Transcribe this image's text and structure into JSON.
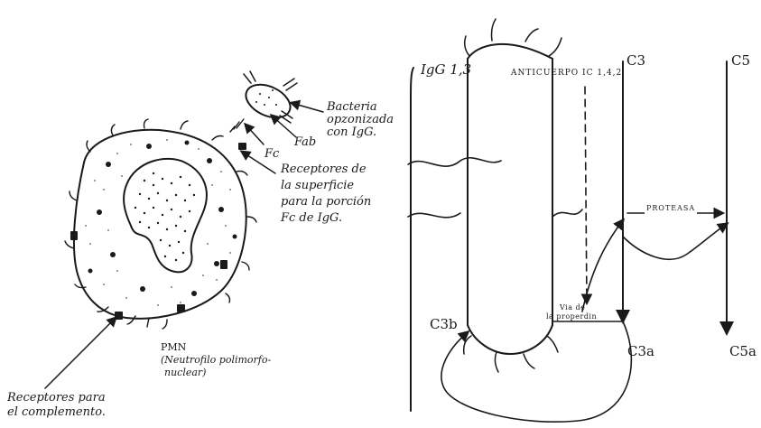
{
  "left": {
    "bacteria": [
      "Bacteria",
      "opzonizada",
      "con IgG."
    ],
    "fab": "Fab",
    "fc": "Fc",
    "surface_receptors": [
      "Receptores de",
      "la superficie",
      "para la porción",
      "Fc de IgG."
    ],
    "complement_receptors": [
      "Receptores para",
      "el complemento."
    ],
    "pmn": "PMN",
    "pmn_full": [
      "(Neutrofilo polimorfo-",
      "nuclear)"
    ]
  },
  "right": {
    "igg": "IgG 1,3",
    "antibody": "ANTICUERPO IC 1,4,2",
    "c3": "C3",
    "c5": "C5",
    "protease": "PROTEASA",
    "via": [
      "Via de",
      "la properdin"
    ],
    "c3b": "C3b",
    "c3a": "C3a",
    "c5a": "C5a"
  },
  "colors": {
    "ink": "#1a1a1a",
    "paper": "#ffffff"
  }
}
